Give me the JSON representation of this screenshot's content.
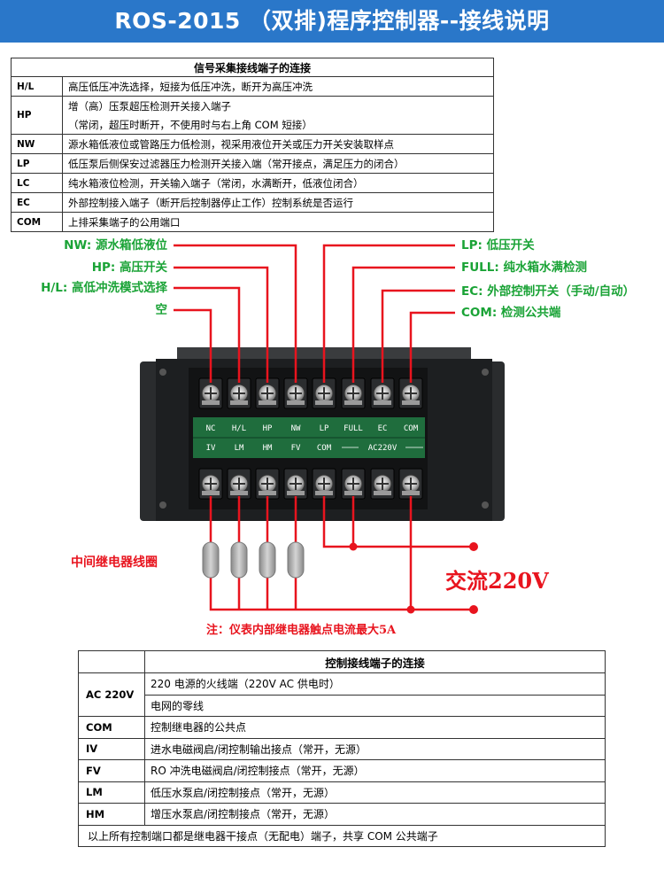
{
  "header": {
    "title": "ROS-2015 （双排)程序控制器--接线说明"
  },
  "signal_table": {
    "title": "信号采集接线端子的连接",
    "rows": [
      {
        "key": "H/L",
        "lines": [
          "高压低压冲洗选择，短接为低压冲洗，断开为高压冲洗"
        ]
      },
      {
        "key": "HP",
        "lines": [
          "增（高）压泵超压检测开关接入端子",
          "（常闭，超压时断开，不使用时与右上角 COM 短接）"
        ]
      },
      {
        "key": "NW",
        "lines": [
          "源水箱低液位或管路压力低检测，视采用液位开关或压力开关安装取样点"
        ]
      },
      {
        "key": "LP",
        "lines": [
          "低压泵后侧保安过滤器压力检测开关接入端（常开接点，满足压力的闭合）"
        ]
      },
      {
        "key": "LC",
        "lines": [
          "纯水箱液位检测，开关输入端子（常闭，水满断开，低液位闭合）"
        ]
      },
      {
        "key": "EC",
        "lines": [
          "外部控制接入端子（断开后控制器停止工作）控制系统是否运行"
        ]
      },
      {
        "key": "COM",
        "lines": [
          "上排采集端子的公用端口"
        ]
      }
    ]
  },
  "callouts": {
    "left": [
      "NW: 源水箱低液位",
      "HP: 高压开关",
      "H/L: 高低冲洗模式选择",
      "空"
    ],
    "right": [
      "LP:  低压开关",
      "FULL: 纯水箱水满检测",
      "EC: 外部控制开关（手动/自动）",
      "COM: 检测公共端"
    ]
  },
  "device": {
    "top_terminals": [
      "NC",
      "H/L",
      "HP",
      "NW",
      "LP",
      "FULL",
      "EC",
      "COM"
    ],
    "bottom_terminals": [
      "IV",
      "LM",
      "HM",
      "FV",
      "COM"
    ],
    "ac_label": "AC220V"
  },
  "wiring": {
    "relay_label": "中间继电器线圈",
    "ac_label": "交流220V",
    "note": "注：仪表内部继电器触点电流最大5A"
  },
  "control_table": {
    "title": "控制接线端子的连接",
    "rows": [
      {
        "key": "AC 220V",
        "text": "220 电源的火线端（220V AC 供电时）"
      },
      {
        "key": "",
        "text": "电网的零线"
      },
      {
        "key": "COM",
        "text": "控制继电器的公共点"
      },
      {
        "key": "IV",
        "text": "进水电磁阀启/闭控制输出接点（常开，无源）"
      },
      {
        "key": "FV",
        "text": "RO 冲洗电磁阀启/闭控制接点（常开，无源）"
      },
      {
        "key": "LM",
        "text": "低压水泵启/闭控制接点（常开，无源）"
      },
      {
        "key": "HM",
        "text": "增压水泵启/闭控制接点（常开，无源）"
      }
    ],
    "footer": "以上所有控制端口都是继电器干接点（无配电）端子，共享 COM 公共端子"
  },
  "colors": {
    "banner": "#2a77c9",
    "callout_text": "#1aa336",
    "wire": "#e8141e",
    "device_body": "#1d1f21",
    "label_strip": "#1f6d3d"
  }
}
